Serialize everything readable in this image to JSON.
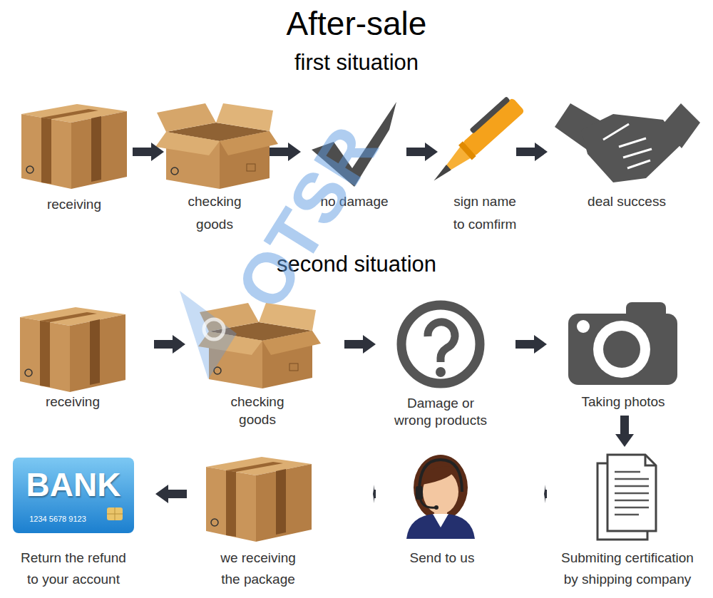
{
  "diagram": {
    "title": "After-sale",
    "nodes": [
      {
        "text": [
          "receiving"
        ]
      },
      {
        "text": [
          "checking goods"
        ]
      },
      {
        "text": [
          "no damage"
        ]
      },
      {
        "text": [
          "sign name to comfirm"
        ]
      },
      {
        "text": [
          "deal success"
        ]
      },
      {
        "text": [
          "receiving"
        ]
      },
      {
        "text": [
          "checking goods"
        ]
      },
      {
        "text": [
          "Damage or wrong products"
        ]
      },
      {
        "text": [
          "Taking photos"
        ]
      },
      {
        "text": [
          "Submiting certification by shipping company"
        ]
      },
      {
        "text": [
          "Send to us"
        ]
      },
      {
        "text": [
          "we receiving the package"
        ]
      },
      {
        "text": [
          "BANK",
          "1234 5678 9123",
          "Return the refund to your account"
        ]
      }
    ],
    "edges": [
      {
        "from": 0,
        "to": 1,
        "arrow": "to"
      },
      {
        "from": 1,
        "to": 2,
        "arrow": "to"
      },
      {
        "from": 2,
        "to": 3,
        "arrow": "to"
      },
      {
        "from": 3,
        "to": 4,
        "arrow": "to"
      },
      {
        "from": 5,
        "to": 6,
        "arrow": "to"
      },
      {
        "from": 6,
        "to": 7,
        "arrow": "to"
      },
      {
        "from": 7,
        "to": 8,
        "arrow": "to"
      },
      {
        "from": 8,
        "to": 9,
        "arrow": "to"
      },
      {
        "from": 9,
        "to": 10,
        "arrow": "to"
      },
      {
        "from": 10,
        "to": 11,
        "arrow": "to"
      },
      {
        "from": 11,
        "to": 12,
        "arrow": "to"
      }
    ],
    "labels": [
      "first situation",
      "second situation",
      "OTSR"
    ]
  }
}
